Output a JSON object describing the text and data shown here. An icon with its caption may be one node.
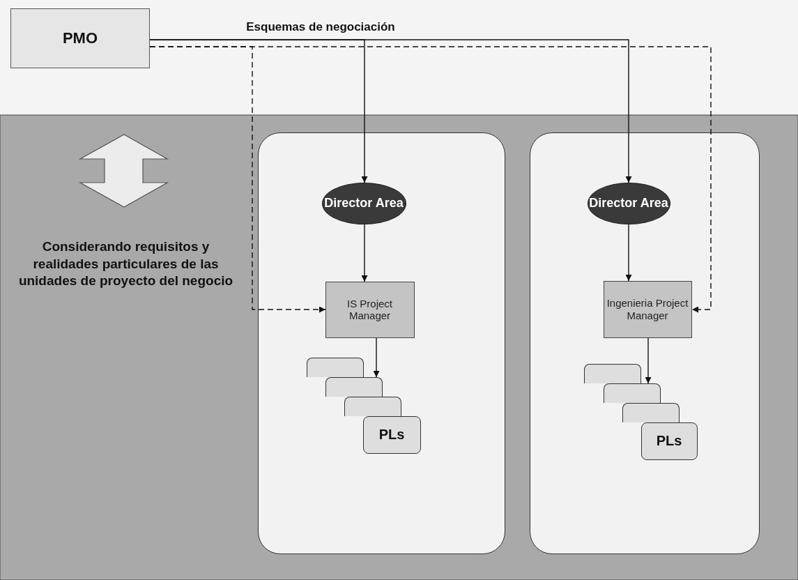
{
  "diagram": {
    "nodes": [
      {
        "text": [
          "PMO"
        ]
      },
      {
        "text": [],
        "shape": "box"
      },
      {
        "text": [
          "Director Area"
        ],
        "in": 1
      },
      {
        "text": [
          "IS Project Manager"
        ],
        "in": 1
      },
      {
        "text": [],
        "shape": "box",
        "in": 1
      },
      {
        "text": [],
        "shape": "box",
        "in": 1
      },
      {
        "text": [],
        "shape": "box",
        "in": 1
      },
      {
        "text": [
          "PLs"
        ],
        "in": 1
      },
      {
        "text": [],
        "shape": "box"
      },
      {
        "text": [
          "Director Area"
        ],
        "in": 8
      },
      {
        "text": [
          "Ingenieria Project Manager"
        ],
        "in": 8
      },
      {
        "text": [],
        "shape": "box",
        "in": 8
      },
      {
        "text": [],
        "shape": "box",
        "in": 8
      },
      {
        "text": [],
        "shape": "box",
        "in": 8
      },
      {
        "text": [
          "PLs"
        ],
        "in": 8
      }
    ],
    "edges": [
      {
        "from": 0,
        "to": 2,
        "arrow": "to"
      },
      {
        "from": 0,
        "to": 9,
        "arrow": "to"
      },
      {
        "from": 0,
        "to": 3,
        "arrow": "to",
        "style": "dashed"
      },
      {
        "from": 0,
        "to": 10,
        "arrow": "to",
        "style": "dashed"
      },
      {
        "from": 2,
        "to": 3,
        "arrow": "to"
      },
      {
        "from": 3,
        "to": 5,
        "arrow": "to"
      },
      {
        "from": 9,
        "to": 10,
        "arrow": "to"
      },
      {
        "from": 10,
        "to": 12,
        "arrow": "to"
      }
    ],
    "labels": [
      "Esquemas de negociación",
      "Considerando requisitos y realidades particulares de las unidades de proyecto del negocio"
    ]
  }
}
